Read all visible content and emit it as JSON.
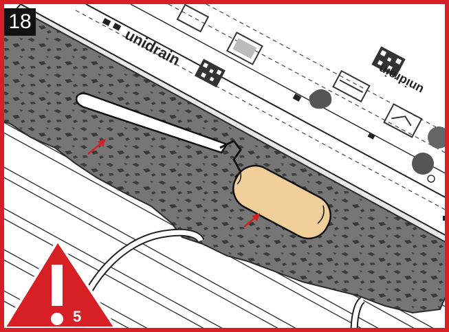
{
  "step_number": "18",
  "warning": {
    "count": "5",
    "icon": "exclamation-mark-icon"
  },
  "brand_print": "unidrain",
  "colors": {
    "frame": "#d71f26",
    "mortar": "#6e6e6e",
    "mortar_dark": "#3a3a3a",
    "handle": "#f1cf9b",
    "arrow": "#d71f26",
    "floor_line": "#333333"
  },
  "icons": [
    "qr-code-icon",
    "trowel-icon",
    "drain-profile-icon",
    "stop-symbol-icon"
  ]
}
